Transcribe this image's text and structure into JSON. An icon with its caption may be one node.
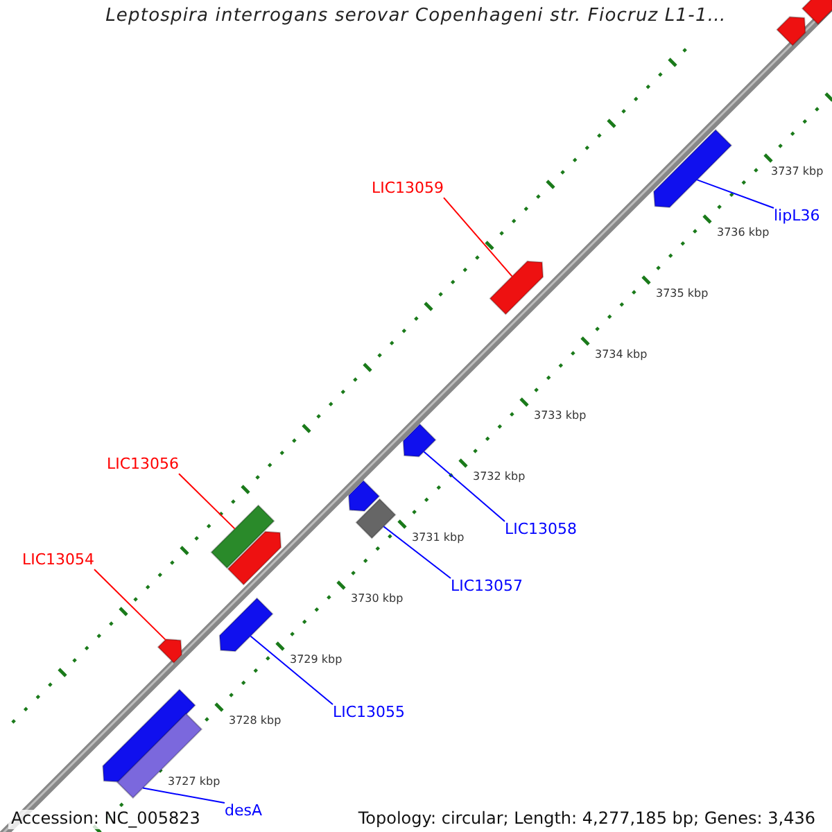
{
  "diagram": {
    "title": "Leptospira interrogans serovar Copenhageni str. Fiocruz L1-1…",
    "nodes": [
      {
        "text": [],
        "shape": "arrow"
      },
      {
        "text": [],
        "shape": "arrow"
      },
      {
        "text": [],
        "shape": "arrow"
      },
      {
        "text": [
          "LIC13059"
        ]
      },
      {
        "text": [
          "lipL36"
        ]
      },
      {
        "text": [],
        "shape": "arrow"
      },
      {
        "text": [],
        "shape": "arrow"
      },
      {
        "text": [
          "LIC13056"
        ]
      },
      {
        "text": [],
        "shape": "arrow"
      },
      {
        "text": [],
        "shape": "box"
      },
      {
        "text": [],
        "shape": "box"
      },
      {
        "text": [
          "LIC13058"
        ]
      },
      {
        "text": [],
        "shape": "arrow"
      },
      {
        "text": [
          "LIC13054"
        ]
      },
      {
        "text": [
          "LIC13057"
        ]
      },
      {
        "text": [],
        "shape": "arrow"
      },
      {
        "text": [],
        "shape": "arrow"
      },
      {
        "text": [
          "LIC13055"
        ]
      },
      {
        "text": [],
        "shape": "arrow"
      },
      {
        "text": [],
        "shape": "box"
      },
      {
        "text": [
          "desA"
        ]
      }
    ],
    "edges": [
      {
        "from": 3,
        "to": 5,
        "arrow": "none",
        "color": "#ff0000"
      },
      {
        "from": 4,
        "to": 2,
        "arrow": "none",
        "color": "#0000ff"
      },
      {
        "from": 7,
        "to": 10,
        "arrow": "none",
        "color": "#ff0000"
      },
      {
        "from": 11,
        "to": 6,
        "arrow": "none",
        "color": "#0000ff"
      },
      {
        "from": 13,
        "to": 16,
        "arrow": "none",
        "color": "#ff0000"
      },
      {
        "from": 14,
        "to": 9,
        "arrow": "none",
        "color": "#0000ff"
      },
      {
        "from": 17,
        "to": 15,
        "arrow": "none",
        "color": "#0000ff"
      },
      {
        "from": 20,
        "to": 19,
        "arrow": "none",
        "color": "#0000ff"
      }
    ],
    "labels": [
      "3737 kbp",
      "3736 kbp",
      "3735 kbp",
      "3734 kbp",
      "3733 kbp",
      "3732 kbp",
      "3731 kbp",
      "3730 kbp",
      "3729 kbp",
      "3728 kbp",
      "3727 kbp",
      "Accession: NC_005823",
      "Topology: circular; Length: 4,277,185 bp; Genes: 3,436"
    ]
  }
}
